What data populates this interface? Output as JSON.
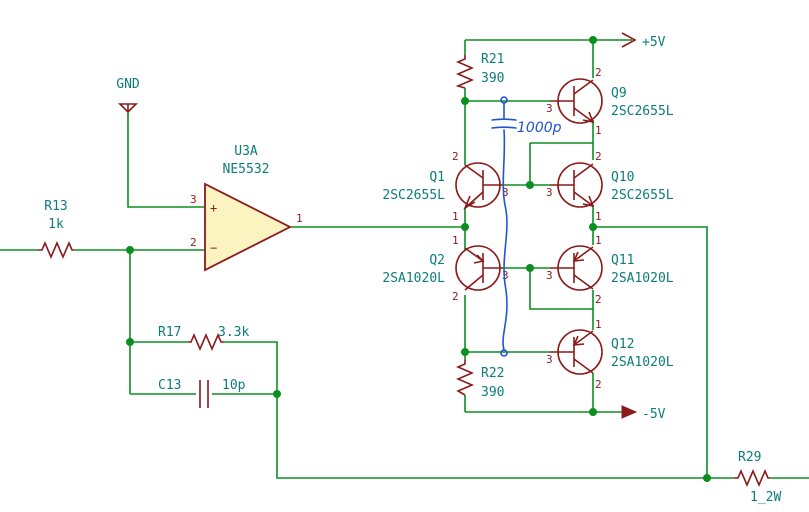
{
  "components": {
    "u3a": {
      "ref": "U3A",
      "value": "NE5532",
      "pin_plus": "+",
      "pin_minus": "−",
      "pin3": "3",
      "pin2": "2",
      "pin1": "1"
    },
    "r13": {
      "ref": "R13",
      "value": "1k"
    },
    "r17": {
      "ref": "R17",
      "value": "3.3k"
    },
    "c13": {
      "ref": "C13",
      "value": "10p"
    },
    "r21": {
      "ref": "R21",
      "value": "390"
    },
    "r22": {
      "ref": "R22",
      "value": "390"
    },
    "r29": {
      "ref": "R29",
      "value": "1_2W"
    },
    "q1": {
      "ref": "Q1",
      "value": "2SC2655L"
    },
    "q2": {
      "ref": "Q2",
      "value": "2SA1020L"
    },
    "q9": {
      "ref": "Q9",
      "value": "2SC2655L"
    },
    "q10": {
      "ref": "Q10",
      "value": "2SC2655L"
    },
    "q11": {
      "ref": "Q11",
      "value": "2SA1020L"
    },
    "q12": {
      "ref": "Q12",
      "value": "2SA1020L"
    }
  },
  "power": {
    "gnd": "GND",
    "vpos": "+5V",
    "vneg": "-5V"
  },
  "pins": {
    "one": "1",
    "two": "2",
    "three": "3"
  },
  "annotation": {
    "cap_note": "1000p"
  },
  "colors": {
    "wire": "#0a8f20",
    "component": "#8b1a1a",
    "label": "#0e7c7c",
    "opamp_fill": "#fbf3c0",
    "handwriting": "#2255cc"
  }
}
